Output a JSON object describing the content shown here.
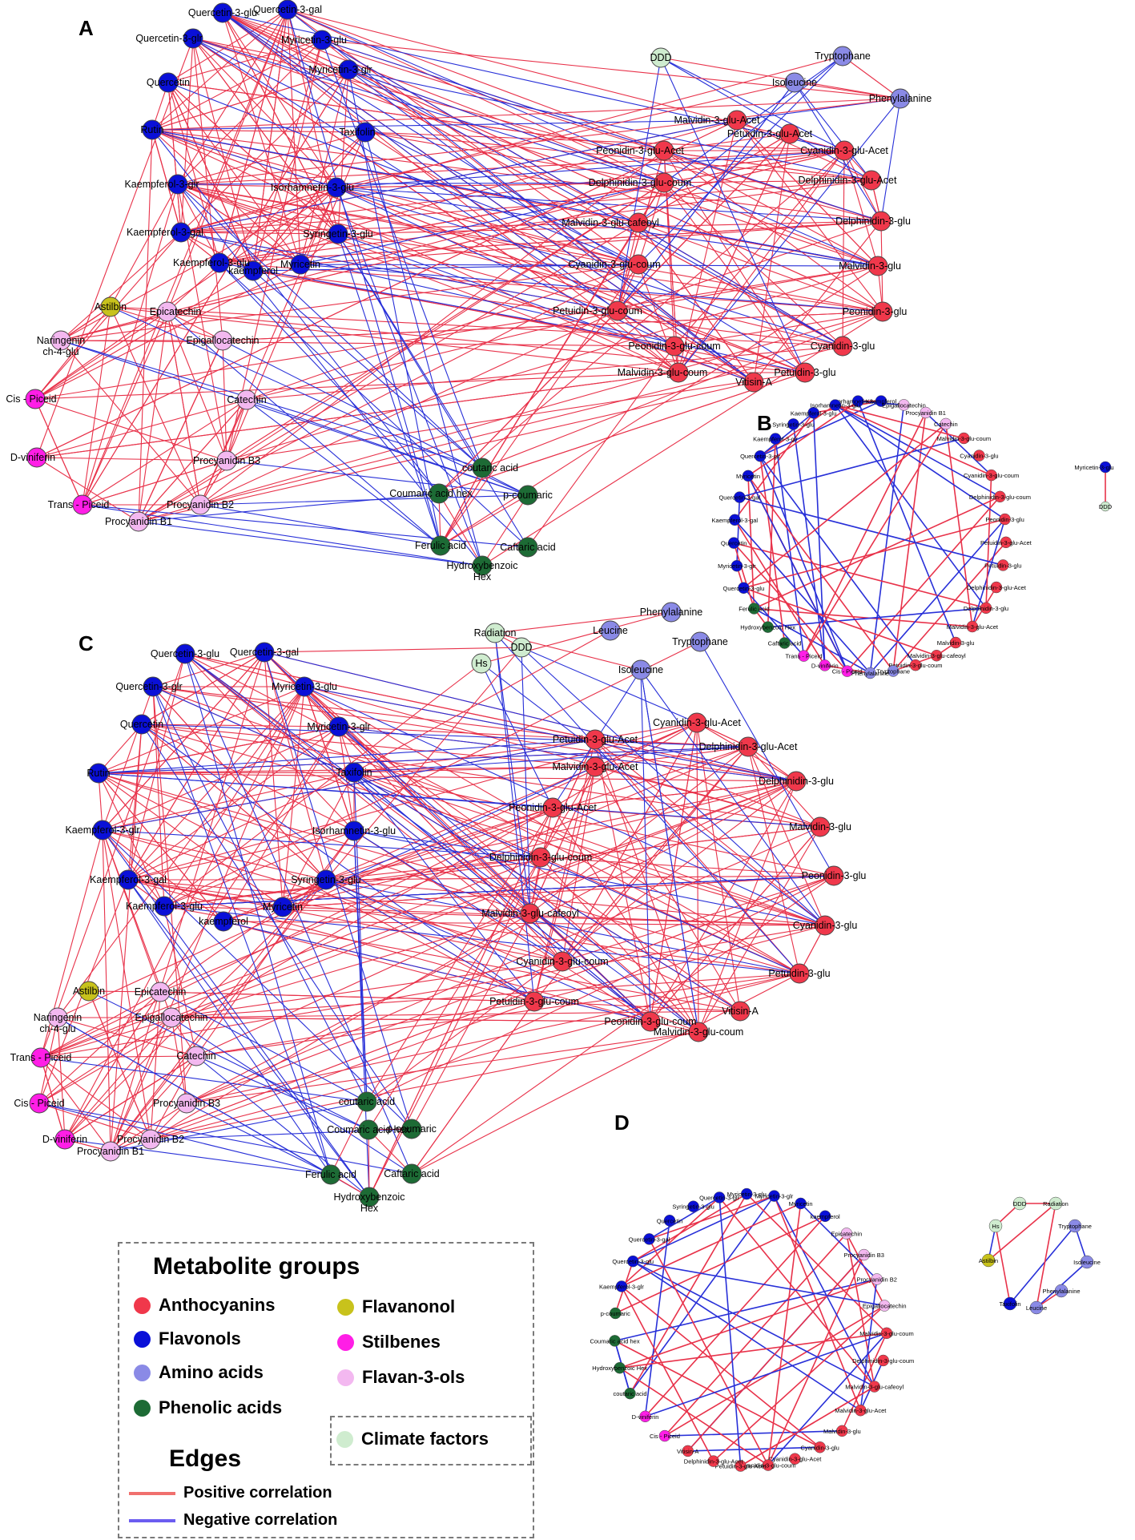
{
  "panels": [
    "A",
    "B",
    "C",
    "D"
  ],
  "colors": {
    "anthocyanins": "#f0384b",
    "flavonols": "#0a10d8",
    "amino_acids": "#8a8ae6",
    "phenolic_acids": "#1d6b35",
    "flavanonol": "#c8c21c",
    "stilbenes": "#ff1ee6",
    "flavan3ols": "#f3b8f0",
    "climate": "#cfeccf",
    "positive_edge": "#e8324a",
    "negative_edge": "#2830d8"
  },
  "panel_A": {
    "nodes": [
      {
        "id": "q3glu",
        "label": "Quercetin-3-glu",
        "group": "flavonols"
      },
      {
        "id": "q3gal",
        "label": "Quercetin-3-gal",
        "group": "flavonols"
      },
      {
        "id": "q3glr",
        "label": "Quercetin-3-glr",
        "group": "flavonols"
      },
      {
        "id": "m3glu",
        "label": "Myricetin-3-glu",
        "group": "flavonols"
      },
      {
        "id": "m3glr",
        "label": "Myricetin-3-glr",
        "group": "flavonols"
      },
      {
        "id": "quer",
        "label": "Quercetin",
        "group": "flavonols"
      },
      {
        "id": "rutin",
        "label": "Rutin",
        "group": "flavonols"
      },
      {
        "id": "tax",
        "label": "Taxifolin",
        "group": "flavonols"
      },
      {
        "id": "k3glr",
        "label": "Kaempferol-3-glr",
        "group": "flavonols"
      },
      {
        "id": "i3glu",
        "label": "Isorhamnetin-3-glu",
        "group": "flavonols"
      },
      {
        "id": "k3gal",
        "label": "Kaempferol-3-gal",
        "group": "flavonols"
      },
      {
        "id": "s3glu",
        "label": "Syringetin-3-glu",
        "group": "flavonols"
      },
      {
        "id": "k3glu",
        "label": "Kaempferol-3-glu",
        "group": "flavonols"
      },
      {
        "id": "kaem",
        "label": "kaempferol",
        "group": "flavonols"
      },
      {
        "id": "myr",
        "label": "Myricetin",
        "group": "flavonols"
      },
      {
        "id": "ddd",
        "label": "DDD",
        "group": "climate"
      },
      {
        "id": "trp",
        "label": "Tryptophane",
        "group": "amino_acids"
      },
      {
        "id": "ile",
        "label": "Isoleucine",
        "group": "amino_acids"
      },
      {
        "id": "phe",
        "label": "Phenylalanine",
        "group": "amino_acids"
      },
      {
        "id": "mv3ga",
        "label": "Malvidin-3-glu-Acet",
        "group": "anthocyanins"
      },
      {
        "id": "pt3ga",
        "label": "Petuidin-3-glu-Acet",
        "group": "anthocyanins"
      },
      {
        "id": "pn3ga",
        "label": "Peonidin-3-glu-Acet",
        "group": "anthocyanins"
      },
      {
        "id": "cy3ga",
        "label": "Cyanidin-3-glu-Acet",
        "group": "anthocyanins"
      },
      {
        "id": "dp3gc",
        "label": "Delphinidin-3-glu-coum",
        "group": "anthocyanins"
      },
      {
        "id": "dp3ga",
        "label": "Delphinidin-3-glu-Acet",
        "group": "anthocyanins"
      },
      {
        "id": "mv3gcaf",
        "label": "Malvidin-3-glu-cafeoyl",
        "group": "anthocyanins"
      },
      {
        "id": "dp3g",
        "label": "Delphinidin-3-glu",
        "group": "anthocyanins"
      },
      {
        "id": "cy3gc",
        "label": "Cyanidin-3-glu-coum",
        "group": "anthocyanins"
      },
      {
        "id": "mv3g",
        "label": "Malvidin-3-glu",
        "group": "anthocyanins"
      },
      {
        "id": "pt3gc",
        "label": "Petuidin-3-glu-coum",
        "group": "anthocyanins"
      },
      {
        "id": "pn3g",
        "label": "Peonidin-3-glu",
        "group": "anthocyanins"
      },
      {
        "id": "pn3gc",
        "label": "Peonidin-3-glu-coum",
        "group": "anthocyanins"
      },
      {
        "id": "cy3g",
        "label": "Cyanidin-3-glu",
        "group": "anthocyanins"
      },
      {
        "id": "mv3gc",
        "label": "Malvidin-3-glu-coum",
        "group": "anthocyanins"
      },
      {
        "id": "pt3g",
        "label": "Petuidin-3-glu",
        "group": "anthocyanins"
      },
      {
        "id": "vit",
        "label": "Vitisin-A",
        "group": "anthocyanins"
      },
      {
        "id": "ast",
        "label": "Astilbin",
        "group": "flavanonol"
      },
      {
        "id": "nar",
        "label": "Naringenin ch-4-glu",
        "group": "flavan3ols"
      },
      {
        "id": "epi",
        "label": "Epicatechin",
        "group": "flavan3ols"
      },
      {
        "id": "egc",
        "label": "Epigallocatechin",
        "group": "flavan3ols"
      },
      {
        "id": "cis",
        "label": "Cis - Piceid",
        "group": "stilbenes"
      },
      {
        "id": "cat",
        "label": "Catechin",
        "group": "flavan3ols"
      },
      {
        "id": "dvin",
        "label": "D-viniferin",
        "group": "stilbenes"
      },
      {
        "id": "pb3",
        "label": "Procyanidin B3",
        "group": "flavan3ols"
      },
      {
        "id": "trans",
        "label": "Trans - Piceid",
        "group": "stilbenes"
      },
      {
        "id": "pb2",
        "label": "Procyanidin B2",
        "group": "flavan3ols"
      },
      {
        "id": "pb1",
        "label": "Procyanidin B1",
        "group": "flavan3ols"
      },
      {
        "id": "coutaric",
        "label": "coutaric acid",
        "group": "phenolic_acids"
      },
      {
        "id": "coumhex",
        "label": "Coumaric acid hex",
        "group": "phenolic_acids"
      },
      {
        "id": "pcoum",
        "label": "p-coumaric",
        "group": "phenolic_acids"
      },
      {
        "id": "ferulic",
        "label": "Ferulic acid",
        "group": "phenolic_acids"
      },
      {
        "id": "caftaric",
        "label": "Caftaric acid",
        "group": "phenolic_acids"
      },
      {
        "id": "hbhex",
        "label": "Hydroxybenzoic Hex",
        "group": "phenolic_acids"
      }
    ]
  },
  "panel_B": {
    "nodes": [
      {
        "label": "Isorhamnetin-3-glu",
        "group": "flavonols"
      },
      {
        "label": "Kaempferol",
        "group": "flavonols"
      },
      {
        "label": "Epigallocatechin",
        "group": "flavan3ols"
      },
      {
        "label": "Procyanidin B1",
        "group": "flavan3ols"
      },
      {
        "label": "Catechin",
        "group": "flavan3ols"
      },
      {
        "label": "Malvidin-3-glu-coum",
        "group": "anthocyanins"
      },
      {
        "label": "Cyanidin-3-glu",
        "group": "anthocyanins"
      },
      {
        "label": "Cyanidin-3-glu-coum",
        "group": "anthocyanins"
      },
      {
        "label": "Delphinidin-3-glu-coum",
        "group": "anthocyanins"
      },
      {
        "label": "Peonidin-3-glu",
        "group": "anthocyanins"
      },
      {
        "label": "Petuidin-3-glu-Acet",
        "group": "anthocyanins"
      },
      {
        "label": "Petuidin-3-glu",
        "group": "anthocyanins"
      },
      {
        "label": "Delphinidin-3-glu-Acet",
        "group": "anthocyanins"
      },
      {
        "label": "Delphinidin-3-glu",
        "group": "anthocyanins"
      },
      {
        "label": "Malvidin-3-glu-Acet",
        "group": "anthocyanins"
      },
      {
        "label": "Malvidin-3-glu",
        "group": "anthocyanins"
      },
      {
        "label": "Malvidin-3-glu-cafeoyl",
        "group": "anthocyanins"
      },
      {
        "label": "Petuidin-3-glu-coum",
        "group": "anthocyanins"
      },
      {
        "label": "Tryptophane",
        "group": "amino_acids"
      },
      {
        "label": "Phenylalanine",
        "group": "amino_acids"
      },
      {
        "label": "Cis - Piceid",
        "group": "stilbenes"
      },
      {
        "label": "D-viniferin",
        "group": "stilbenes"
      },
      {
        "label": "Trans - Piceid",
        "group": "stilbenes"
      },
      {
        "label": "Caftaric acid",
        "group": "phenolic_acids"
      },
      {
        "label": "Hydroxybenzoic Hex",
        "group": "phenolic_acids"
      },
      {
        "label": "Ferulic acid",
        "group": "phenolic_acids"
      },
      {
        "label": "Quercetin-3-glu",
        "group": "flavonols"
      },
      {
        "label": "Myricetin-3-glr",
        "group": "flavonols"
      },
      {
        "label": "Quercetin",
        "group": "flavonols"
      },
      {
        "label": "Kaempferol-3-gal",
        "group": "flavonols"
      },
      {
        "label": "Quercetin-3-gal",
        "group": "flavonols"
      },
      {
        "label": "Myricetin",
        "group": "flavonols"
      },
      {
        "label": "Quercetin-3-glr",
        "group": "flavonols"
      },
      {
        "label": "Kaempferol-3-glr",
        "group": "flavonols"
      },
      {
        "label": "Syringetin-3-glu",
        "group": "flavonols"
      },
      {
        "label": "Kaempferol-3-glu",
        "group": "flavonols"
      },
      {
        "label": "Isorhamnetin-3-glu",
        "group": "flavonols"
      }
    ],
    "extra": [
      {
        "label": "Myricetin-3-glu",
        "group": "flavonols"
      },
      {
        "label": "DDD",
        "group": "climate"
      }
    ]
  },
  "panel_C": {
    "nodes": [
      {
        "id": "q3glu",
        "label": "Quercetin-3-glu",
        "group": "flavonols"
      },
      {
        "id": "q3gal",
        "label": "Quercetin-3-gal",
        "group": "flavonols"
      },
      {
        "id": "q3glr",
        "label": "Quercetin-3-glr",
        "group": "flavonols"
      },
      {
        "id": "m3glu",
        "label": "Myricetin-3-glu",
        "group": "flavonols"
      },
      {
        "id": "quer",
        "label": "Quercetin",
        "group": "flavonols"
      },
      {
        "id": "m3glr",
        "label": "Myricetin-3-glr",
        "group": "flavonols"
      },
      {
        "id": "rutin",
        "label": "Rutin",
        "group": "flavonols"
      },
      {
        "id": "tax",
        "label": "Taxifolin",
        "group": "flavonols"
      },
      {
        "id": "k3glr",
        "label": "Kaempferol-3-glr",
        "group": "flavonols"
      },
      {
        "id": "i3glu",
        "label": "Isorhamnetin-3-glu",
        "group": "flavonols"
      },
      {
        "id": "k3gal",
        "label": "Kaempferol-3-gal",
        "group": "flavonols"
      },
      {
        "id": "s3glu",
        "label": "Syringetin-3-glu",
        "group": "flavonols"
      },
      {
        "id": "k3glu",
        "label": "Kaempferol-3-glu",
        "group": "flavonols"
      },
      {
        "id": "myr",
        "label": "Myricetin",
        "group": "flavonols"
      },
      {
        "id": "kaem",
        "label": "kaempferol",
        "group": "flavonols"
      },
      {
        "id": "rad",
        "label": "Radiation",
        "group": "climate"
      },
      {
        "id": "hs",
        "label": "Hs",
        "group": "climate"
      },
      {
        "id": "ddd",
        "label": "DDD",
        "group": "climate"
      },
      {
        "id": "leu",
        "label": "Leucine",
        "group": "amino_acids"
      },
      {
        "id": "phe",
        "label": "Phenylalanine",
        "group": "amino_acids"
      },
      {
        "id": "trp",
        "label": "Tryptophane",
        "group": "amino_acids"
      },
      {
        "id": "ile",
        "label": "Isoleucine",
        "group": "amino_acids"
      },
      {
        "id": "cy3ga",
        "label": "Cyanidin-3-glu-Acet",
        "group": "anthocyanins"
      },
      {
        "id": "pt3ga",
        "label": "Petuidin-3-glu-Acet",
        "group": "anthocyanins"
      },
      {
        "id": "dp3ga",
        "label": "Delphinidin-3-glu-Acet",
        "group": "anthocyanins"
      },
      {
        "id": "mv3ga",
        "label": "Malvidin-3-glu-Acet",
        "group": "anthocyanins"
      },
      {
        "id": "dp3g",
        "label": "Delphinidin-3-glu",
        "group": "anthocyanins"
      },
      {
        "id": "pn3ga",
        "label": "Peonidin-3-glu-Acet",
        "group": "anthocyanins"
      },
      {
        "id": "mv3g",
        "label": "Malvidin-3-glu",
        "group": "anthocyanins"
      },
      {
        "id": "dp3gc",
        "label": "Delphinidin-3-glu-coum",
        "group": "anthocyanins"
      },
      {
        "id": "pn3g",
        "label": "Peonidin-3-glu",
        "group": "anthocyanins"
      },
      {
        "id": "mv3gcaf",
        "label": "Malvidin-3-glu-cafeoyl",
        "group": "anthocyanins"
      },
      {
        "id": "cy3g",
        "label": "Cyanidin-3-glu",
        "group": "anthocyanins"
      },
      {
        "id": "cy3gc",
        "label": "Cyanidin-3-glu-coum",
        "group": "anthocyanins"
      },
      {
        "id": "pt3g",
        "label": "Petuidin-3-glu",
        "group": "anthocyanins"
      },
      {
        "id": "pt3gc",
        "label": "Petuidin-3-glu-coum",
        "group": "anthocyanins"
      },
      {
        "id": "vit",
        "label": "Vitisin-A",
        "group": "anthocyanins"
      },
      {
        "id": "pn3gc",
        "label": "Peonidin-3-glu-coum",
        "group": "anthocyanins"
      },
      {
        "id": "mv3gc",
        "label": "Malvidin-3-glu-coum",
        "group": "anthocyanins"
      },
      {
        "id": "ast",
        "label": "Astilbin",
        "group": "flavanonol"
      },
      {
        "id": "epi",
        "label": "Epicatechin",
        "group": "flavan3ols"
      },
      {
        "id": "nar",
        "label": "Naringenin ch-4-glu",
        "group": "flavan3ols"
      },
      {
        "id": "egc",
        "label": "Epigallocatechin",
        "group": "flavan3ols"
      },
      {
        "id": "trans",
        "label": "Trans - Piceid",
        "group": "stilbenes"
      },
      {
        "id": "cat",
        "label": "Catechin",
        "group": "flavan3ols"
      },
      {
        "id": "cis",
        "label": "Cis - Piceid",
        "group": "stilbenes"
      },
      {
        "id": "pb3",
        "label": "Procyanidin B3",
        "group": "flavan3ols"
      },
      {
        "id": "dvin",
        "label": "D-viniferin",
        "group": "stilbenes"
      },
      {
        "id": "pb2",
        "label": "Procyanidin B2",
        "group": "flavan3ols"
      },
      {
        "id": "pb1",
        "label": "Procyanidin B1",
        "group": "flavan3ols"
      },
      {
        "id": "coutaric",
        "label": "coutaric acid",
        "group": "phenolic_acids"
      },
      {
        "id": "coumhex",
        "label": "Coumaric acid hex",
        "group": "phenolic_acids"
      },
      {
        "id": "pcoum",
        "label": "p-coumaric",
        "group": "phenolic_acids"
      },
      {
        "id": "ferulic",
        "label": "Ferulic acid",
        "group": "phenolic_acids"
      },
      {
        "id": "caftaric",
        "label": "Caftaric acid",
        "group": "phenolic_acids"
      },
      {
        "id": "hbhex",
        "label": "Hydroxybenzoic Hex",
        "group": "phenolic_acids"
      }
    ]
  },
  "panel_D": {
    "nodes": [
      {
        "label": "Myricetin-3-glr",
        "group": "flavonols"
      },
      {
        "label": "Myricetin",
        "group": "flavonols"
      },
      {
        "label": "kaempferol",
        "group": "flavonols"
      },
      {
        "label": "Epicatechin",
        "group": "flavan3ols"
      },
      {
        "label": "Procyanidin B3",
        "group": "flavan3ols"
      },
      {
        "label": "Procyanidin B2",
        "group": "flavan3ols"
      },
      {
        "label": "Epigallocatechin",
        "group": "flavan3ols"
      },
      {
        "label": "Malvidin-3-glu-coum",
        "group": "anthocyanins"
      },
      {
        "label": "Delphinidin-3-glu-coum",
        "group": "anthocyanins"
      },
      {
        "label": "Malvidin-3-glu-cafeoyl",
        "group": "anthocyanins"
      },
      {
        "label": "Malvidin-3-glu-Acet",
        "group": "anthocyanins"
      },
      {
        "label": "Malvidin-3-glu",
        "group": "anthocyanins"
      },
      {
        "label": "Cyanidin-3-glu",
        "group": "anthocyanins"
      },
      {
        "label": "Cyanidin-3-glu-Acet",
        "group": "anthocyanins"
      },
      {
        "label": "Cyanidin-3-glu-coum",
        "group": "anthocyanins"
      },
      {
        "label": "Petuidin-3-glu-Acet",
        "group": "anthocyanins"
      },
      {
        "label": "Delphinidin-3-glu-Acet",
        "group": "anthocyanins"
      },
      {
        "label": "Vitisin-A",
        "group": "anthocyanins"
      },
      {
        "label": "Cis - Piceid",
        "group": "stilbenes"
      },
      {
        "label": "D-viniferin",
        "group": "stilbenes"
      },
      {
        "label": "coutaric acid",
        "group": "phenolic_acids"
      },
      {
        "label": "Hydroxybenzoic Hex",
        "group": "phenolic_acids"
      },
      {
        "label": "Coumaric acid hex",
        "group": "phenolic_acids"
      },
      {
        "label": "p-coumaric",
        "group": "phenolic_acids"
      },
      {
        "label": "Kaempferol-3-glr",
        "group": "flavonols"
      },
      {
        "label": "Quercetin-3-glu",
        "group": "flavonols"
      },
      {
        "label": "Quercetin-3-gal",
        "group": "flavonols"
      },
      {
        "label": "Quercetin",
        "group": "flavonols"
      },
      {
        "label": "Syringetin-3-glu",
        "group": "flavonols"
      },
      {
        "label": "Quercetin-3-glr",
        "group": "flavonols"
      },
      {
        "label": "Myricetin-3-glu",
        "group": "flavonols"
      }
    ],
    "extra": [
      {
        "id": "ddd",
        "label": "DDD",
        "group": "climate"
      },
      {
        "id": "rad",
        "label": "Radiation",
        "group": "climate"
      },
      {
        "id": "hs",
        "label": "Hs",
        "group": "climate"
      },
      {
        "id": "trp",
        "label": "Tryptophane",
        "group": "amino_acids"
      },
      {
        "id": "ast",
        "label": "Astilbin",
        "group": "flavanonol"
      },
      {
        "id": "ile",
        "label": "Isoleucine",
        "group": "amino_acids"
      },
      {
        "id": "phe",
        "label": "Phenylalanine",
        "group": "amino_acids"
      },
      {
        "id": "tax",
        "label": "Taxifolin",
        "group": "flavonols"
      },
      {
        "id": "leu",
        "label": "Leucine",
        "group": "amino_acids"
      }
    ]
  },
  "legend": {
    "groups_title": "Metabolite groups",
    "groups": [
      {
        "label": "Anthocyanins",
        "color_key": "anthocyanins"
      },
      {
        "label": "Flavanonol",
        "color_key": "flavanonol"
      },
      {
        "label": "Flavonols",
        "color_key": "flavonols"
      },
      {
        "label": "Stilbenes",
        "color_key": "stilbenes"
      },
      {
        "label": "Amino acids",
        "color_key": "amino_acids"
      },
      {
        "label": "Flavan-3-ols",
        "color_key": "flavan3ols"
      },
      {
        "label": "Phenolic acids",
        "color_key": "phenolic_acids"
      },
      {
        "label": "Climate factors",
        "color_key": "climate"
      }
    ],
    "edges_title": "Edges",
    "edges": [
      {
        "label": "Positive correlation",
        "color": "#f0706e"
      },
      {
        "label": "Negative correlation",
        "color": "#6b5cf0"
      }
    ]
  }
}
